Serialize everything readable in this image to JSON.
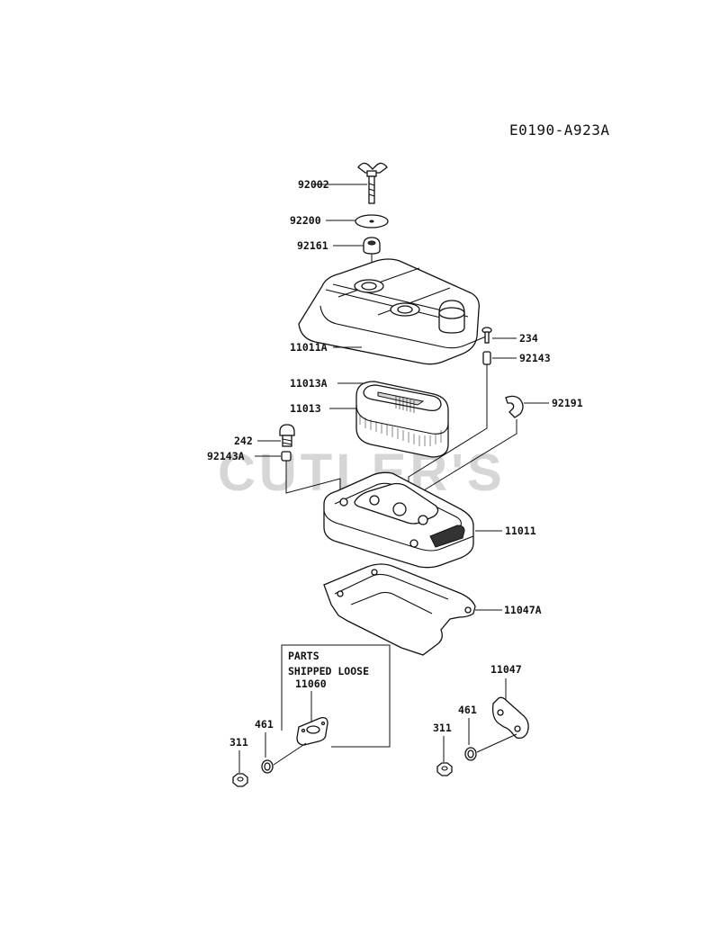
{
  "diagram_code": "E0190-A923A",
  "watermark": "CUTLER'S",
  "box": {
    "line1": "PARTS",
    "line2": "SHIPPED LOOSE",
    "line3": "11060"
  },
  "labels": {
    "p92002": "92002",
    "p92200": "92200",
    "p92161": "92161",
    "p11011A": "11011A",
    "p234": "234",
    "p92143": "92143",
    "p11013A": "11013A",
    "p11013": "11013",
    "p92191": "92191",
    "p242": "242",
    "p92143A": "92143A",
    "p11011": "11011",
    "p11047A": "11047A",
    "p11047": "11047",
    "p461_left": "461",
    "p311_left": "311",
    "p461_right": "461",
    "p311_right": "311"
  }
}
